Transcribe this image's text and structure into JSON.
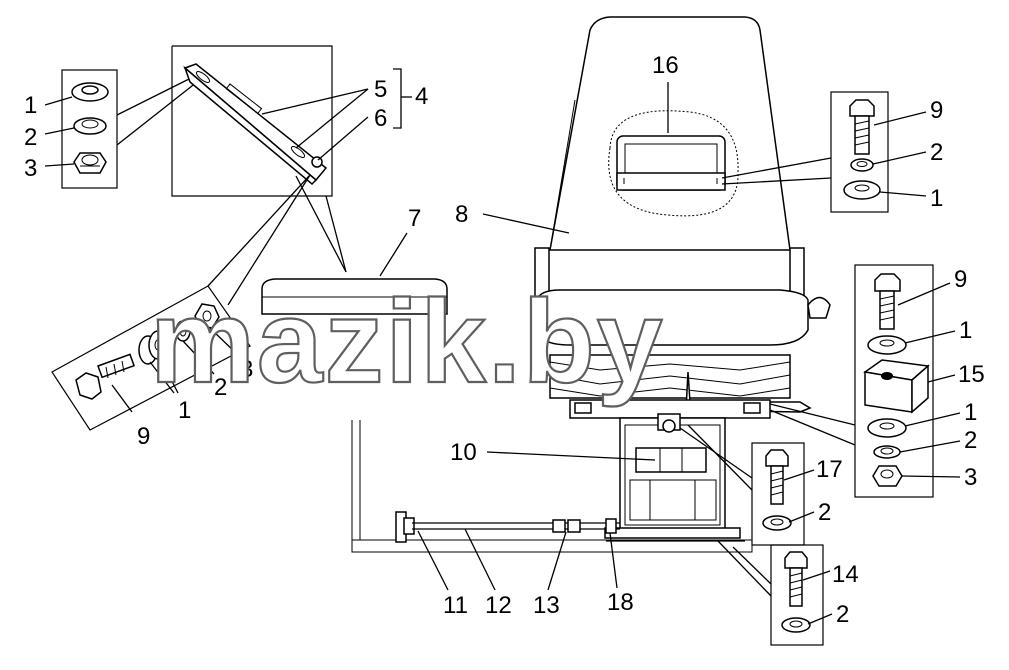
{
  "labels": {
    "l1a": "1",
    "l2a": "2",
    "l3a": "3",
    "l5": "5",
    "l6": "6",
    "l4": "4",
    "l7": "7",
    "l8": "8",
    "l16": "16",
    "l9a": "9",
    "l2b": "2",
    "l1b": "1",
    "l9b": "9",
    "l1c": "1",
    "l15": "15",
    "l1d": "1",
    "l2c": "2",
    "l3b": "3",
    "l10": "10",
    "l17": "17",
    "l2d": "2",
    "l14": "14",
    "l2e": "2",
    "l11": "11",
    "l12": "12",
    "l13": "13",
    "l18": "18",
    "l9c": "9",
    "l1e": "1",
    "l2f": "2",
    "l3c": "3"
  },
  "watermark": "mazik.by"
}
